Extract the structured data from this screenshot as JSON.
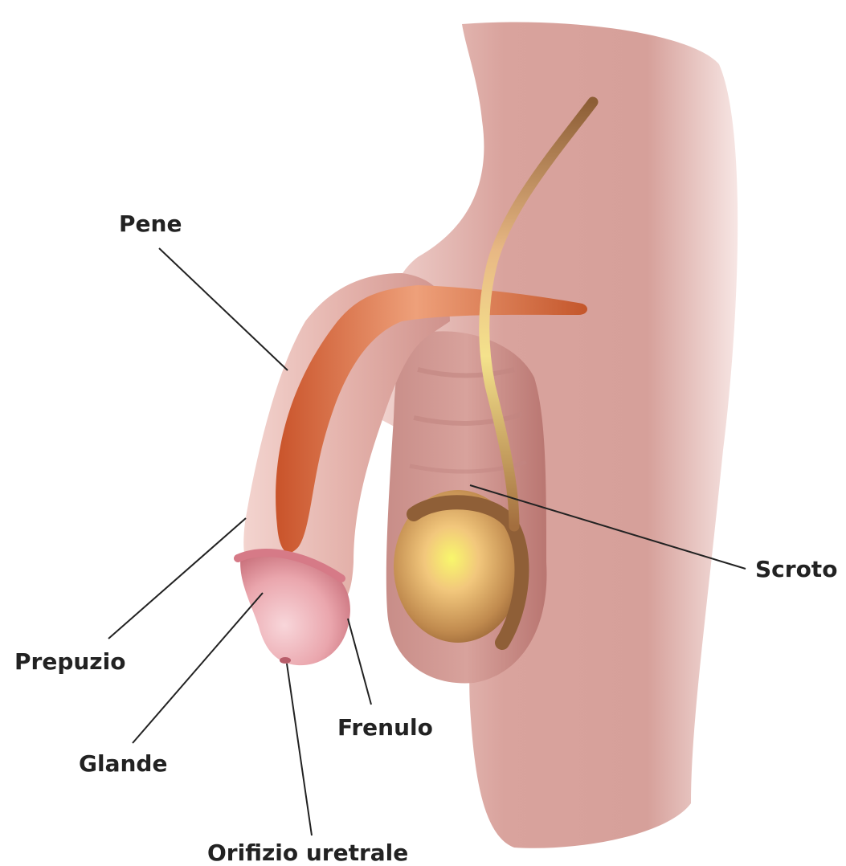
{
  "labels": {
    "pene": "Pene",
    "prepuzio": "Prepuzio",
    "glande": "Glande",
    "orifizio": "Orifizio uretrale",
    "frenulo": "Frenulo",
    "scroto": "Scroto"
  },
  "colors": {
    "skin_light": "#ebc7c2",
    "skin_mid": "#d9a39d",
    "skin_dark": "#bf817c",
    "corpus": "#c4562b",
    "glans": "#e9a2ab",
    "testis_center": "#f7f06a",
    "testis_edge": "#a8693a",
    "epididymis": "#8f5f37",
    "vas_light": "#f2de8a",
    "leader_line": "#222222",
    "label_text": "#222222"
  }
}
